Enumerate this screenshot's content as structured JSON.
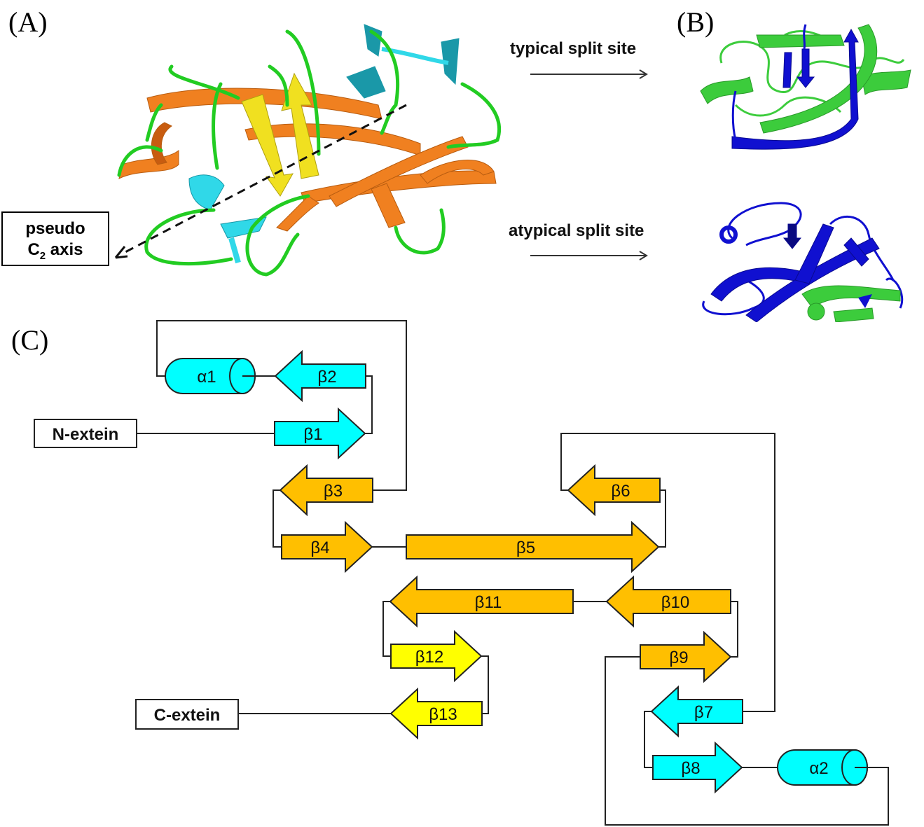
{
  "panels": {
    "a": {
      "label": "(A)",
      "axis_box": {
        "line1": "pseudo",
        "line2_main": "C",
        "line2_sub": "2",
        "line2_rest": " axis"
      }
    },
    "b": {
      "label": "(B)",
      "typical": "typical split site",
      "atypical": "atypical split site"
    },
    "c": {
      "label": "(C)"
    }
  },
  "colors": {
    "cyan": "#00ffff",
    "orange": "#ffbf00",
    "yellow": "#ffff00",
    "green_loop": "#22cc22",
    "ribbon_orange": "#f08020",
    "ribbon_yellow": "#f0e020",
    "ribbon_cyan": "#30d8e8",
    "blue": "#1010d0",
    "green_ribbon": "#3ccc3c",
    "line": "#222222"
  },
  "topology": {
    "extein_boxes": [
      {
        "id": "n-extein",
        "label": "N-extein"
      },
      {
        "id": "c-extein",
        "label": "C-extein"
      }
    ],
    "elements": [
      {
        "id": "a1",
        "type": "helix",
        "label": "α1",
        "color": "cyan"
      },
      {
        "id": "b1",
        "type": "strand",
        "label": "β1",
        "color": "cyan",
        "direction": "right"
      },
      {
        "id": "b2",
        "type": "strand",
        "label": "β2",
        "color": "cyan",
        "direction": "left"
      },
      {
        "id": "b3",
        "type": "strand",
        "label": "β3",
        "color": "orange",
        "direction": "left"
      },
      {
        "id": "b4",
        "type": "strand",
        "label": "β4",
        "color": "orange",
        "direction": "right"
      },
      {
        "id": "b5",
        "type": "strand",
        "label": "β5",
        "color": "orange",
        "direction": "right"
      },
      {
        "id": "b6",
        "type": "strand",
        "label": "β6",
        "color": "orange",
        "direction": "left"
      },
      {
        "id": "b7",
        "type": "strand",
        "label": "β7",
        "color": "cyan",
        "direction": "left"
      },
      {
        "id": "b8",
        "type": "strand",
        "label": "β8",
        "color": "cyan",
        "direction": "right"
      },
      {
        "id": "a2",
        "type": "helix",
        "label": "α2",
        "color": "cyan"
      },
      {
        "id": "b9",
        "type": "strand",
        "label": "β9",
        "color": "orange",
        "direction": "right"
      },
      {
        "id": "b10",
        "type": "strand",
        "label": "β10",
        "color": "orange",
        "direction": "left"
      },
      {
        "id": "b11",
        "type": "strand",
        "label": "β11",
        "color": "orange",
        "direction": "left"
      },
      {
        "id": "b12",
        "type": "strand",
        "label": "β12",
        "color": "yellow",
        "direction": "right"
      },
      {
        "id": "b13",
        "type": "strand",
        "label": "β13",
        "color": "yellow",
        "direction": "left"
      }
    ]
  }
}
